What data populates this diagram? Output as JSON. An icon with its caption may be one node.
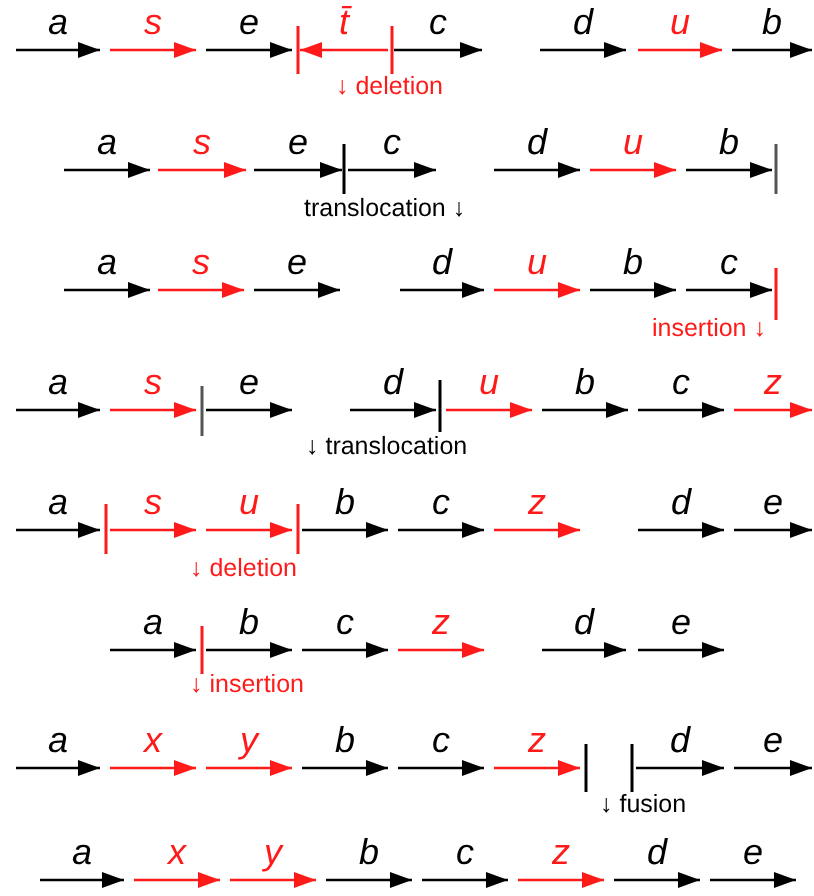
{
  "diagram": {
    "labels": [
      "a",
      "s",
      "e",
      "t̄",
      "c",
      "d",
      "u",
      "b",
      "↓ deletion",
      "a",
      "s",
      "e",
      "c",
      "d",
      "u",
      "b",
      "translocation ↓",
      "a",
      "s",
      "e",
      "d",
      "u",
      "b",
      "c",
      "insertion ↓",
      "a",
      "s",
      "e",
      "d",
      "u",
      "b",
      "c",
      "z",
      "↓ translocation",
      "a",
      "s",
      "u",
      "b",
      "c",
      "z",
      "d",
      "e",
      "↓ deletion",
      "a",
      "b",
      "c",
      "z",
      "d",
      "e",
      "↓ insertion",
      "a",
      "x",
      "y",
      "b",
      "c",
      "z",
      "d",
      "e",
      "↓ fusion",
      "a",
      "x",
      "y",
      "b",
      "c",
      "z",
      "d",
      "e"
    ]
  }
}
